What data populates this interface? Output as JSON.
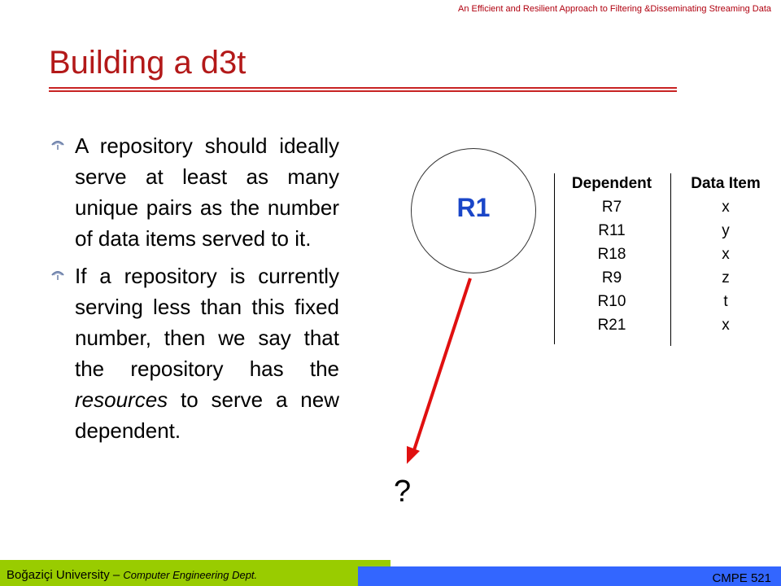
{
  "header": {
    "title": "An Efficient and Resilient Approach to Filtering &Disseminating Streaming Data"
  },
  "slide": {
    "title": "Building a d3t"
  },
  "bullets": [
    {
      "text": "A repository should ideally serve at least as many unique pairs as the number of data items served to it."
    },
    {
      "text_before": "If a repository is currently serving less than this fixed number, then we say that the repository has the ",
      "emphasis": "resources",
      "text_after": " to serve a new dependent."
    }
  ],
  "node": {
    "label": "R1"
  },
  "dependents_table": {
    "headers": [
      "Dependent",
      "Data Item"
    ],
    "rows": [
      [
        "R7",
        "x"
      ],
      [
        "R11",
        "y"
      ],
      [
        "R18",
        "x"
      ],
      [
        "R9",
        "z"
      ],
      [
        "R10",
        "t"
      ],
      [
        "R21",
        "x"
      ]
    ]
  },
  "question_mark": "?",
  "footer": {
    "university": "Boğaziçi University – ",
    "department": "Computer Engineering Dept.",
    "course": "CMPE 521"
  },
  "colors": {
    "title": "#b31919",
    "node_label": "#1a46c8",
    "arrow": "#e01010",
    "footer_green": "#99cc00",
    "footer_blue": "#3366ff"
  }
}
